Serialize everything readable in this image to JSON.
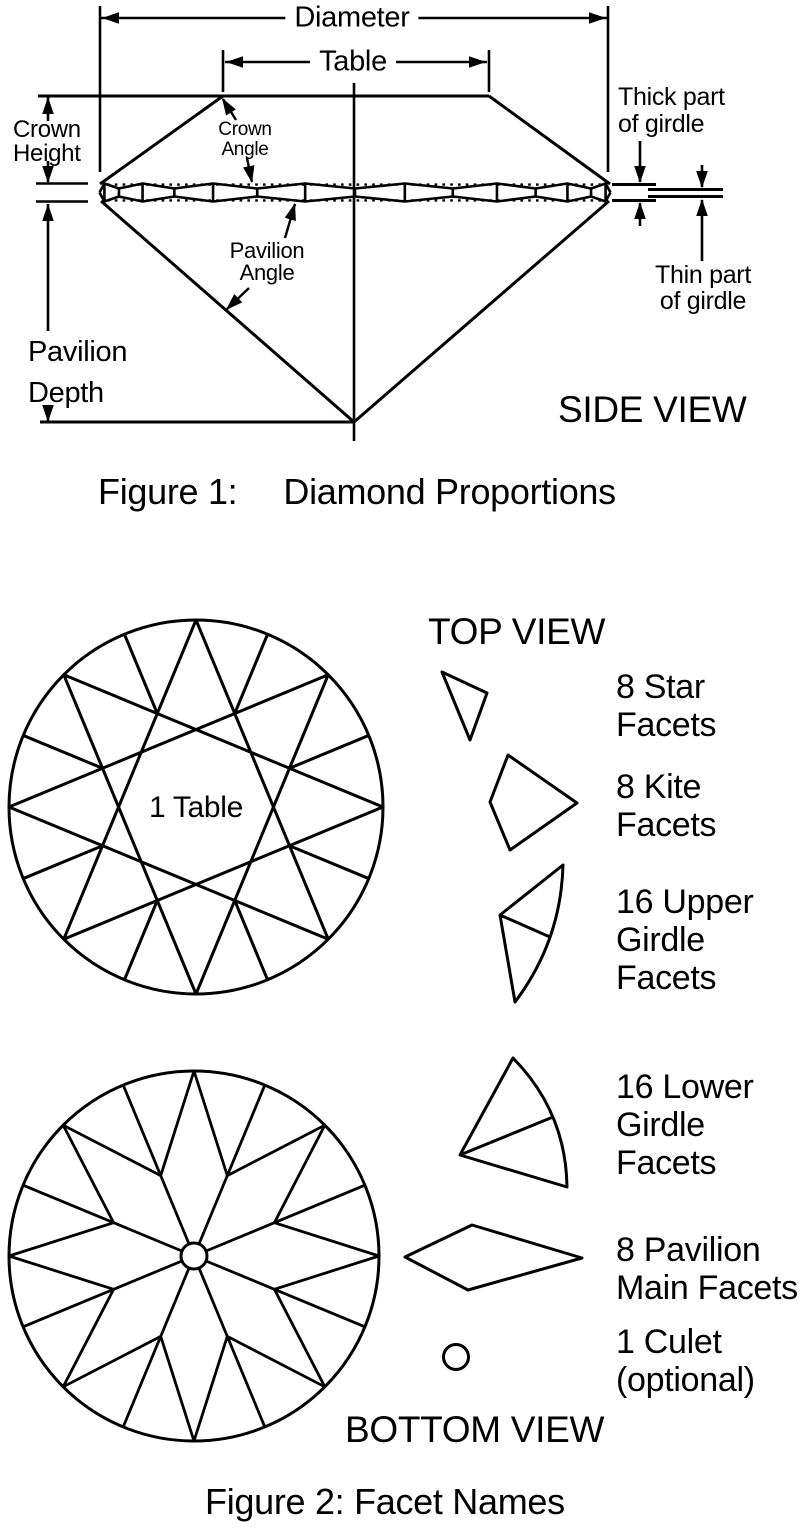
{
  "background": "#ffffff",
  "ink": "#000000",
  "figure1": {
    "side_view_label": "SIDE VIEW",
    "caption": {
      "prefix": "Figure 1:",
      "title": "Diamond Proportions"
    },
    "dimensions": {
      "diameter": "Diameter",
      "table": "Table",
      "crown_height": [
        "Crown",
        "Height"
      ],
      "pavilion_depth": [
        "Pavilion",
        "Depth"
      ],
      "crown_angle": [
        "Crown",
        "Angle"
      ],
      "pavilion_angle": [
        "Pavilion",
        "Angle"
      ],
      "thick_girdle": [
        "Thick part",
        "of girdle"
      ],
      "thin_girdle": [
        "Thin part",
        "of girdle"
      ]
    }
  },
  "figure2": {
    "top_view_label": "TOP VIEW",
    "bottom_view_label": "BOTTOM VIEW",
    "table_label": "1 Table",
    "caption": "Figure 2: Facet Names",
    "legend": [
      {
        "name": "star-facets",
        "lines": [
          "8 Star",
          "Facets"
        ]
      },
      {
        "name": "kite-facets",
        "lines": [
          "8 Kite",
          "Facets"
        ]
      },
      {
        "name": "upper-girdle-facets",
        "lines": [
          "16 Upper",
          "Girdle",
          "Facets"
        ]
      },
      {
        "name": "lower-girdle-facets",
        "lines": [
          "16 Lower",
          "Girdle",
          "Facets"
        ]
      },
      {
        "name": "pavilion-main-facets",
        "lines": [
          "8 Pavilion",
          "Main Facets"
        ]
      },
      {
        "name": "culet",
        "lines": [
          "1 Culet",
          "(optional)"
        ]
      }
    ]
  }
}
